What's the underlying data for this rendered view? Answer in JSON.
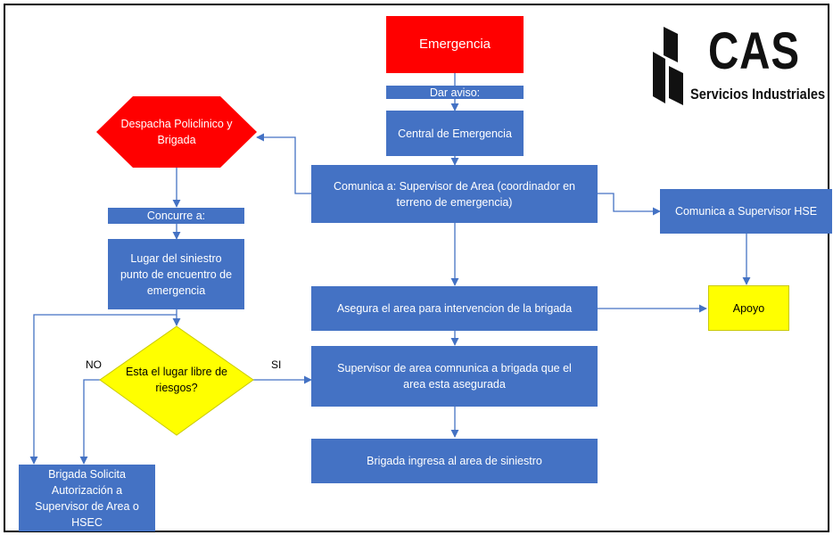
{
  "nodes": {
    "emergencia": "Emergencia",
    "dar_aviso": "Dar aviso:",
    "central": "Central de Emergencia",
    "comunica_supervisor_area": "Comunica a: Supervisor de Area (coordinador en terreno de emergencia)",
    "comunica_hse": "Comunica a Supervisor HSE",
    "despacha": "Despacha Policlinico y Brigada",
    "concurre": "Concurre a:",
    "lugar_siniestro": "Lugar del siniestro punto de encuentro de emergencia",
    "asegura_area": "Asegura el area para intervencion de la brigada",
    "apoyo": "Apoyo",
    "decision": "Esta el lugar libre de riesgos?",
    "supervisor_comunica": "Supervisor de area comnunica a brigada que el area esta asegurada",
    "brigada_ingresa": "Brigada ingresa al area de siniestro",
    "brigada_solicita": "Brigada Solicita Autorización a Supervisor de Area o HSEC"
  },
  "edge_labels": {
    "no": "NO",
    "si": "SI"
  },
  "logo": {
    "title": "CAS",
    "subtitle": "Servicios Industriales"
  },
  "colors": {
    "process": "#4472c4",
    "start": "#ff0000",
    "decision": "#ffff00",
    "arrow": "#4472c4"
  }
}
